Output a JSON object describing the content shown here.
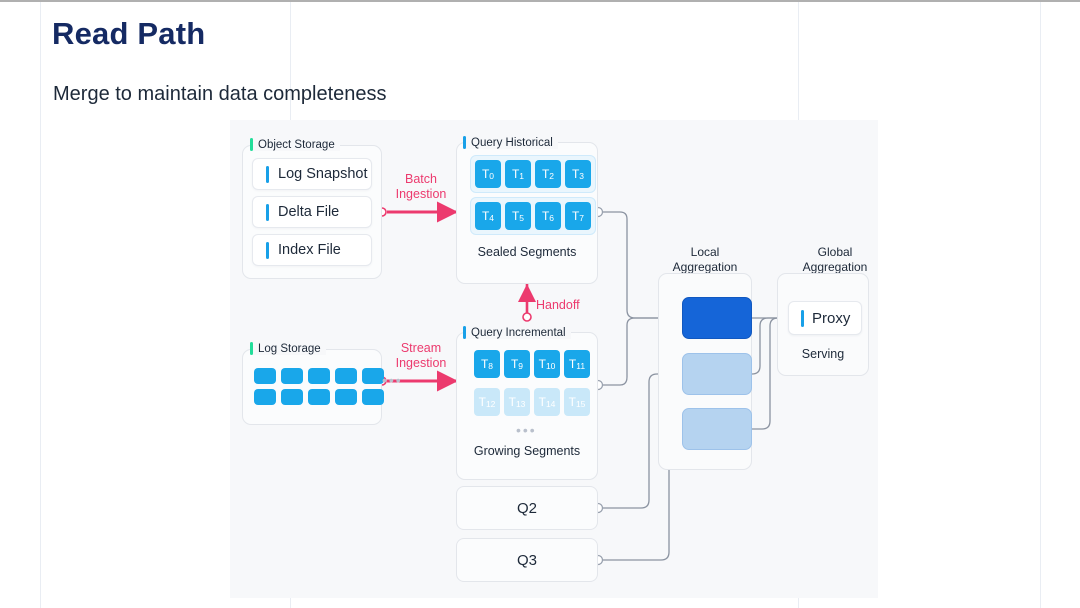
{
  "slide": {
    "title": "Read Path",
    "subtitle": "Merge to maintain data completeness"
  },
  "colors": {
    "title": "#152a63",
    "accent_green": "#22dd9a",
    "accent_blue": "#18a0e8",
    "tile_blue": "#19a7ea",
    "tile_blue_faded": "#c9e8f9",
    "agg_primary": "#1565d8",
    "agg_secondary": "#b5d3f0",
    "flow_pink": "#ec3a6e",
    "panel_bg": "#f7f8fa"
  },
  "diagram": {
    "object_storage": {
      "label": "Object Storage",
      "items": [
        {
          "label": "Log Snapshot"
        },
        {
          "label": "Delta File"
        },
        {
          "label": "Index File"
        }
      ]
    },
    "log_storage": {
      "label": "Log Storage",
      "squares": 10,
      "ellipsis": "•••"
    },
    "query_historical": {
      "label": "Query Historical",
      "caption": "Sealed Segments",
      "row1": [
        "T0",
        "T1",
        "T2",
        "T3"
      ],
      "row2": [
        "T4",
        "T5",
        "T6",
        "T7"
      ],
      "row1_subs": [
        "0",
        "1",
        "2",
        "3"
      ],
      "row2_subs": [
        "4",
        "5",
        "6",
        "7"
      ]
    },
    "query_incremental": {
      "label": "Query Incremental",
      "caption": "Growing Segments",
      "ellipsis": "•••",
      "row1_subs": [
        "8",
        "9",
        "10",
        "11"
      ],
      "row2_subs": [
        "12",
        "13",
        "14",
        "15"
      ]
    },
    "flows": {
      "batch": "Batch\nIngestion",
      "batch_line1": "Batch",
      "batch_line2": "Ingestion",
      "stream_line1": "Stream",
      "stream_line2": "Ingestion",
      "handoff": "Handoff"
    },
    "local_aggregation": {
      "title_line1": "Local",
      "title_line2": "Aggregation",
      "nodes": [
        "primary",
        "secondary",
        "secondary"
      ]
    },
    "global_aggregation": {
      "title_line1": "Global",
      "title_line2": "Aggregation",
      "proxy": "Proxy",
      "serving": "Serving"
    },
    "queries": [
      {
        "label": "Q2"
      },
      {
        "label": "Q3"
      }
    ]
  }
}
